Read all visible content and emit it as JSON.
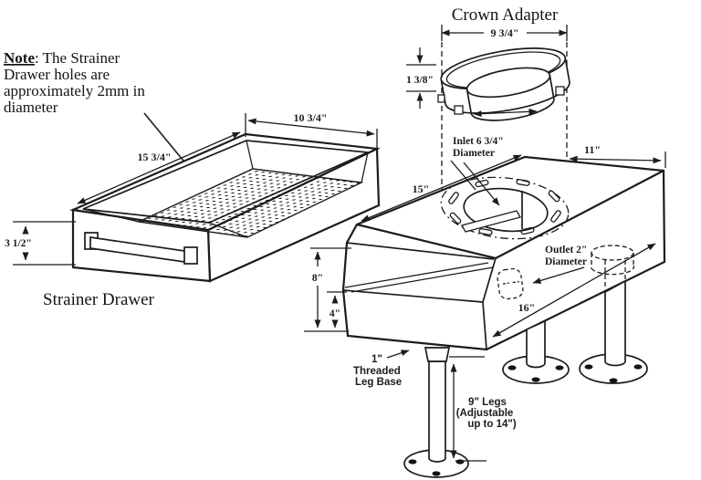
{
  "note": {
    "word": "Note",
    "line1_rest": ": The Strainer",
    "line2": "Drawer holes are",
    "line3": "approximately 2mm in",
    "line4": "diameter"
  },
  "crown_adapter": {
    "title": "Crown Adapter",
    "width_dim": "9 3/4\"",
    "rim_height_dim": "1 3/8\""
  },
  "strainer_drawer": {
    "label": "Strainer Drawer",
    "width_dim": "10 3/4\"",
    "length_dim": "15 3/4\"",
    "height_dim": "3 1/2\""
  },
  "main_body": {
    "inlet_line1": "Inlet 6 3/4\"",
    "inlet_line2": "Diameter",
    "outlet_line1": "Outlet 2\"",
    "outlet_line2": "Diameter",
    "length_dim": "15\"",
    "width_dim": "11\"",
    "depth_dim": "16\"",
    "total_height_dim": "8\"",
    "front_height_dim": "4\""
  },
  "legs": {
    "base_dim": "1\"",
    "base_line1": "Threaded",
    "base_line2": "Leg Base",
    "label_line1": "9\" Legs",
    "label_line2": "(Adjustable",
    "label_line3": "up to 14\")"
  },
  "colors": {
    "line": "#1c1c1c",
    "background": "#ffffff"
  }
}
